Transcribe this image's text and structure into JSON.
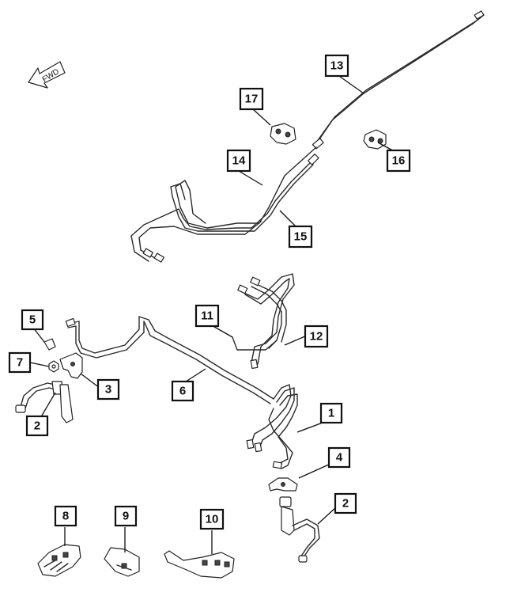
{
  "direction_label": "FWD",
  "callouts": {
    "c1": "1",
    "c2a": "2",
    "c2b": "2",
    "c3": "3",
    "c4": "4",
    "c5": "5",
    "c6": "6",
    "c7": "7",
    "c8": "8",
    "c9": "9",
    "c10": "10",
    "c11": "11",
    "c12": "12",
    "c13": "13",
    "c14": "14",
    "c15": "15",
    "c16": "16",
    "c17": "17"
  }
}
